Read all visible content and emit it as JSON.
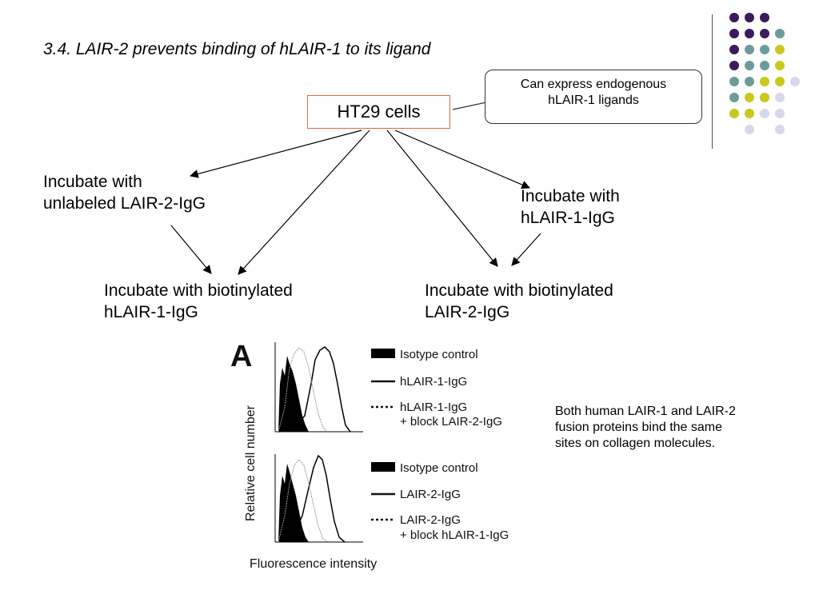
{
  "slide": {
    "title": "3.4. LAIR-2 prevents binding of hLAIR-1 to its ligand",
    "root_box": "HT29  cells",
    "callout": [
      "Can express endogenous",
      "hLAIR-1 ligands"
    ],
    "steps": {
      "lair2_unlabeled": [
        "Incubate with",
        "unlabeled LAIR-2-IgG"
      ],
      "hlair1": [
        "Incubate with",
        "hLAIR-1-IgG"
      ],
      "biot_hlair1": [
        "Incubate with biotinylated",
        "hLAIR-1-IgG"
      ],
      "biot_lair2": [
        "Incubate with biotinylated",
        "LAIR-2-IgG"
      ]
    },
    "note": [
      "Both human LAIR-1 and LAIR-2",
      "fusion proteins bind the same",
      "sites on collagen molecules."
    ]
  },
  "figure": {
    "panel_label": "A",
    "ylabel": "Relative cell number",
    "xlabel": "Fluorescence intensity",
    "top_panel": {
      "legend": [
        "Isotype control",
        "hLAIR-1-IgG",
        "hLAIR-1-IgG",
        "+ block LAIR-2-IgG"
      ]
    },
    "bottom_panel": {
      "legend": [
        "Isotype control",
        "LAIR-2-IgG",
        "LAIR-2-IgG",
        "+ block hLAIR-1-IgG"
      ]
    }
  },
  "decor": {
    "dot_colors": {
      "purple": "#3b1a5e",
      "teal": "#6b9b9b",
      "olive": "#c8c81e",
      "lavender": "#d8d8ea"
    },
    "border_color": "#e06a3c"
  }
}
